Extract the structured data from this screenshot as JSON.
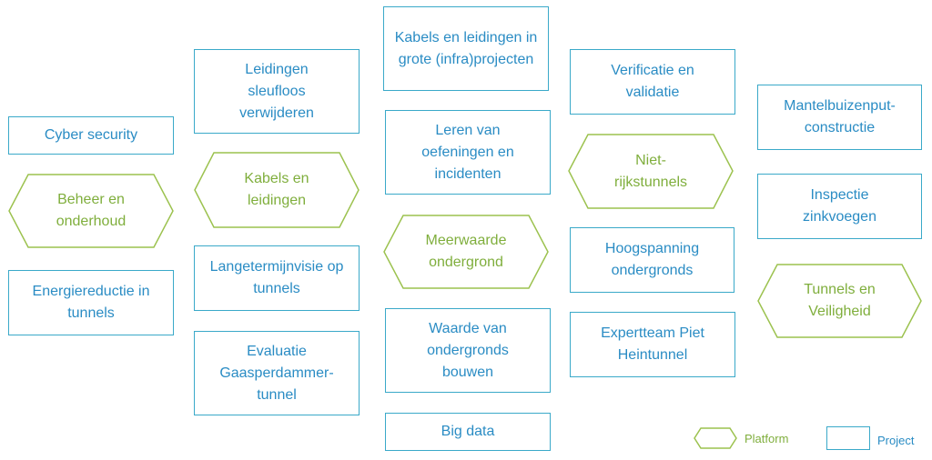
{
  "colors": {
    "project": "#2a8cc4",
    "project_border": "#3aa9c9",
    "platform": "#7fae3c",
    "platform_border": "#9cc24f"
  },
  "projects": [
    {
      "id": "cyber-security",
      "label": "Cyber security"
    },
    {
      "id": "energiereductie",
      "label": "Energiereductie in tunnels"
    },
    {
      "id": "leidingen-sleufloos",
      "label": "Leidingen sleufloos verwijderen"
    },
    {
      "id": "langetermijnvisie",
      "label": "Langetermijnvisie op tunnels"
    },
    {
      "id": "evaluatie-gaasperdammer",
      "label": "Evaluatie Gaasperdammer-tunnel"
    },
    {
      "id": "kabels-grote-projecten",
      "label": "Kabels en leidingen in grote (infra)projecten"
    },
    {
      "id": "leren-van-oefeningen",
      "label": "Leren van oefeningen en incidenten"
    },
    {
      "id": "waarde-ondergronds-bouwen",
      "label": "Waarde van ondergronds bouwen"
    },
    {
      "id": "big-data",
      "label": "Big data"
    },
    {
      "id": "verificatie-validatie",
      "label": "Verificatie en validatie"
    },
    {
      "id": "hoogspanning",
      "label": "Hoogspanning ondergronds"
    },
    {
      "id": "expertteam-piet-hein",
      "label": "Expertteam Piet Heintunnel"
    },
    {
      "id": "mantelbuizenput",
      "label": "Mantelbuizenput-constructie"
    },
    {
      "id": "inspectie-zinkvoegen",
      "label": "Inspectie zinkvoegen"
    }
  ],
  "platforms": [
    {
      "id": "beheer-onderhoud",
      "label": "Beheer en onderhoud"
    },
    {
      "id": "kabels-leidingen",
      "label": "Kabels en leidingen"
    },
    {
      "id": "meerwaarde-ondergrond",
      "label": "Meerwaarde ondergrond"
    },
    {
      "id": "niet-rijkstunnels",
      "label": "Niet-rijkstunnels"
    },
    {
      "id": "tunnels-veiligheid",
      "label": "Tunnels en Veiligheid"
    }
  ],
  "legend": {
    "platform_label": "Platform",
    "project_label": "Project"
  }
}
